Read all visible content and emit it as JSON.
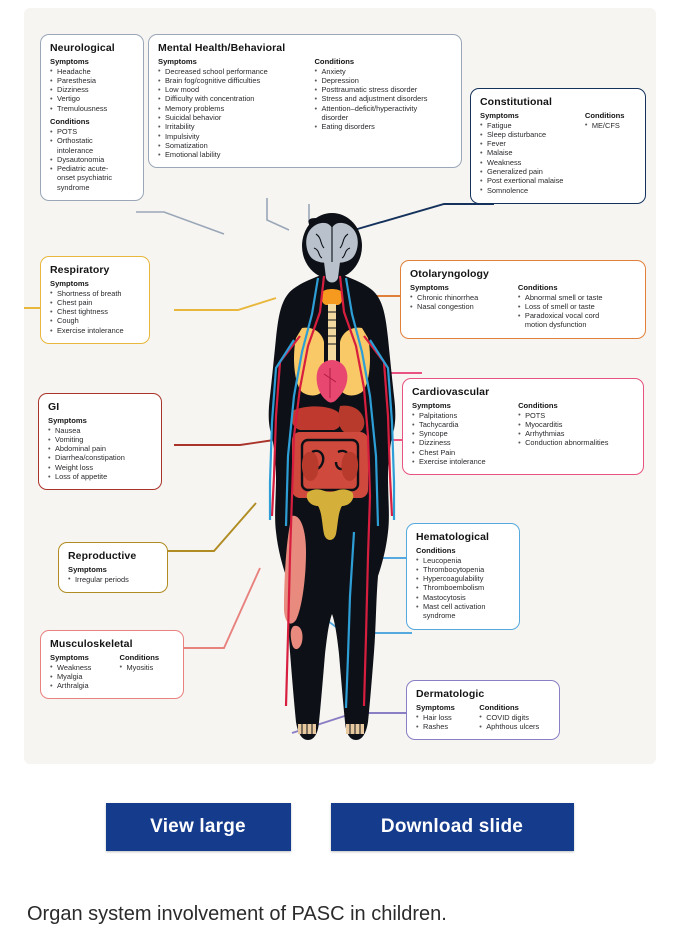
{
  "figure": {
    "caption": "Organ system involvement of PASC in children.",
    "background_color": "#f7f5f1",
    "body_figure": {
      "name": "anatomical-child-body-diagram",
      "silhouette_color": "#0d1117",
      "organs": [
        {
          "name": "brain",
          "color": "#b9c2cc"
        },
        {
          "name": "thyroid",
          "color": "#f59a1f"
        },
        {
          "name": "lungs",
          "color": "#f9c867"
        },
        {
          "name": "heart",
          "color": "#e8476f"
        },
        {
          "name": "liver-stomach",
          "color": "#c0392f"
        },
        {
          "name": "intestines",
          "color": "#cf4a3c"
        },
        {
          "name": "kidneys",
          "color": "#b83a2c"
        },
        {
          "name": "uterus",
          "color": "#d4b03a"
        },
        {
          "name": "muscles",
          "color": "#e88a7d"
        },
        {
          "name": "arteries",
          "color": "#d81e3f"
        },
        {
          "name": "veins",
          "color": "#2e9ed6"
        }
      ]
    },
    "boxes": [
      {
        "id": "neurological",
        "title": "Neurological",
        "border_color": "#9aa7b8",
        "groups": [
          {
            "heading": "Symptoms",
            "items": [
              "Headache",
              "Paresthesia",
              "Dizziness",
              "Vertigo",
              "Tremulousness"
            ]
          },
          {
            "heading": "Conditions",
            "items": [
              "POTS",
              "Orthostatic",
              "intolerance",
              "Dysautonomia",
              "Pediatric acute-",
              "onset psychiatric",
              "syndrome"
            ]
          }
        ]
      },
      {
        "id": "mental-health-behavioral",
        "title": "Mental Health/Behavioral",
        "border_color": "#9aa7b8",
        "symptoms_heading": "Symptoms",
        "symptoms": [
          "Decreased school performance",
          "Brain fog/cognitive difficulties",
          "Low mood",
          "Difficulty with concentration",
          "Memory problems",
          "Suicidal behavior",
          "Irritability",
          "Impulsivity",
          "Somatization",
          "Emotional lability"
        ],
        "conditions_heading": "Conditions",
        "conditions": [
          "Anxiety",
          "Depression",
          "Posttraumatic stress disorder",
          "Stress and adjustment disorders",
          "Attention–deficit/hyperactivity",
          "disorder",
          "Eating disorders"
        ]
      },
      {
        "id": "constitutional",
        "title": "Constitutional",
        "border_color": "#14325c",
        "symptoms_heading": "Symptoms",
        "symptoms": [
          "Fatigue",
          "Sleep disturbance",
          "Fever",
          "Malaise",
          "Weakness",
          "Generalized pain",
          "Post exertional malaise",
          "Somnolence"
        ],
        "conditions_heading": "Conditions",
        "conditions": [
          "ME/CFS"
        ]
      },
      {
        "id": "respiratory",
        "title": "Respiratory",
        "border_color": "#e8b73c",
        "symptoms_heading": "Symptoms",
        "symptoms": [
          "Shortness of breath",
          "Chest pain",
          "Chest tightness",
          "Cough",
          "Exercise intolerance"
        ]
      },
      {
        "id": "otolaryngology",
        "title": "Otolaryngology",
        "border_color": "#e1803a",
        "symptoms_heading": "Symptoms",
        "symptoms": [
          "Chronic rhinorrhea",
          "Nasal congestion"
        ],
        "conditions_heading": "Conditions",
        "conditions": [
          "Abnormal smell or taste",
          "Loss of smell or taste",
          "Paradoxical vocal cord",
          "motion dysfunction"
        ]
      },
      {
        "id": "gi",
        "title": "GI",
        "border_color": "#a8342c",
        "symptoms_heading": "Symptoms",
        "symptoms": [
          "Nausea",
          "Vomiting",
          "Abdominal pain",
          "Diarrhea/constipation",
          "Weight loss",
          "Loss of appetite"
        ]
      },
      {
        "id": "cardiovascular",
        "title": "Cardiovascular",
        "border_color": "#e8547f",
        "symptoms_heading": "Symptoms",
        "symptoms": [
          "Palpitations",
          "Tachycardia",
          "Syncope",
          "Dizziness",
          "Chest Pain",
          "Exercise intolerance"
        ],
        "conditions_heading": "Conditions",
        "conditions": [
          "POTS",
          "Myocarditis",
          "Arrhythmias",
          "Conduction abnormalities"
        ]
      },
      {
        "id": "reproductive",
        "title": "Reproductive",
        "border_color": "#b08c23",
        "symptoms_heading": "Symptoms",
        "symptoms": [
          "Irregular periods"
        ]
      },
      {
        "id": "musculoskeletal",
        "title": "Musculoskeletal",
        "border_color": "#e8827f",
        "symptoms_heading": "Symptoms",
        "symptoms": [
          "Weakness",
          "Myalgia",
          "Arthralgia"
        ],
        "conditions_heading": "Conditions",
        "conditions": [
          "Myositis"
        ]
      },
      {
        "id": "hematological",
        "title": "Hematological",
        "border_color": "#56a9de",
        "conditions_heading": "Conditions",
        "conditions": [
          "Leucopenia",
          "Thrombocytopenia",
          "Hypercoagulability",
          "Thromboembolism",
          "Mastocytosis",
          "Mast cell activation",
          "syndrome"
        ]
      },
      {
        "id": "dermatologic",
        "title": "Dermatologic",
        "border_color": "#8a7fc4",
        "symptoms_heading": "Symptoms",
        "symptoms": [
          "Hair loss",
          "Rashes"
        ],
        "conditions_heading": "Conditions",
        "conditions": [
          "COVID digits",
          "Aphthous ulcers"
        ]
      }
    ]
  },
  "controls": {
    "view_large_label": "View large",
    "download_slide_label": "Download slide",
    "button_color": "#143b8c"
  }
}
